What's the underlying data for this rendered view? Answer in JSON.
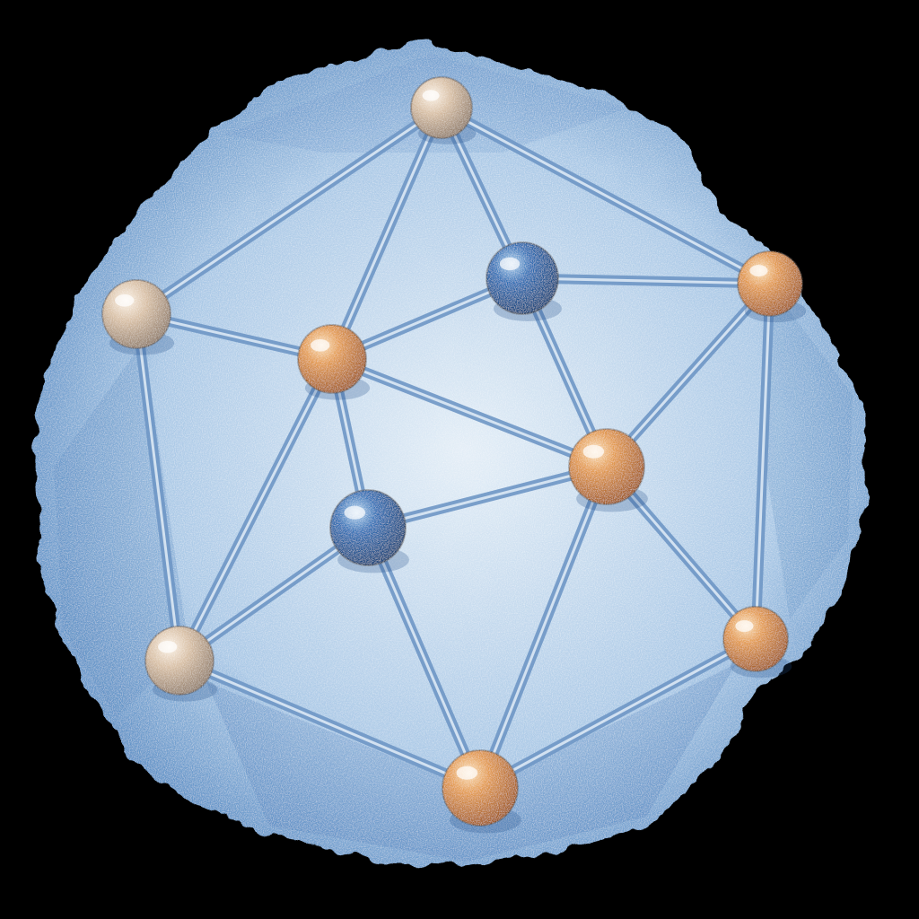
{
  "colors": {
    "background": "#000000",
    "paper_light": "#e4eef7",
    "paper_mid": "#a9c8e6",
    "paper_dark": "#4f86c0",
    "edge_stroke": "#6f97c6",
    "edge_highlight": "#e3eef8",
    "node_orange": "#e39a4d",
    "node_beige": "#d8bfa4",
    "node_blue": "#2f6fb5"
  },
  "nodes": [
    {
      "id": "top",
      "kind": "beige"
    },
    {
      "id": "upper-left",
      "kind": "beige"
    },
    {
      "id": "center-left",
      "kind": "orange"
    },
    {
      "id": "upper-center",
      "kind": "blue"
    },
    {
      "id": "upper-right",
      "kind": "orange"
    },
    {
      "id": "center-right",
      "kind": "orange"
    },
    {
      "id": "center",
      "kind": "blue"
    },
    {
      "id": "lower-left",
      "kind": "beige"
    },
    {
      "id": "lower-right",
      "kind": "orange"
    },
    {
      "id": "bottom",
      "kind": "orange"
    }
  ],
  "edges": [
    [
      "top",
      "upper-left"
    ],
    [
      "top",
      "center-left"
    ],
    [
      "top",
      "upper-center"
    ],
    [
      "top",
      "upper-right"
    ],
    [
      "upper-left",
      "center-left"
    ],
    [
      "upper-left",
      "lower-left"
    ],
    [
      "center-left",
      "upper-center"
    ],
    [
      "center-left",
      "center"
    ],
    [
      "center-left",
      "center-right"
    ],
    [
      "center-left",
      "lower-left"
    ],
    [
      "upper-center",
      "upper-right"
    ],
    [
      "upper-center",
      "center-right"
    ],
    [
      "upper-right",
      "center-right"
    ],
    [
      "upper-right",
      "lower-right"
    ],
    [
      "center-right",
      "center"
    ],
    [
      "center-right",
      "bottom"
    ],
    [
      "center-right",
      "lower-right"
    ],
    [
      "center",
      "lower-left"
    ],
    [
      "center",
      "bottom"
    ],
    [
      "lower-left",
      "bottom"
    ],
    [
      "lower-right",
      "bottom"
    ]
  ]
}
